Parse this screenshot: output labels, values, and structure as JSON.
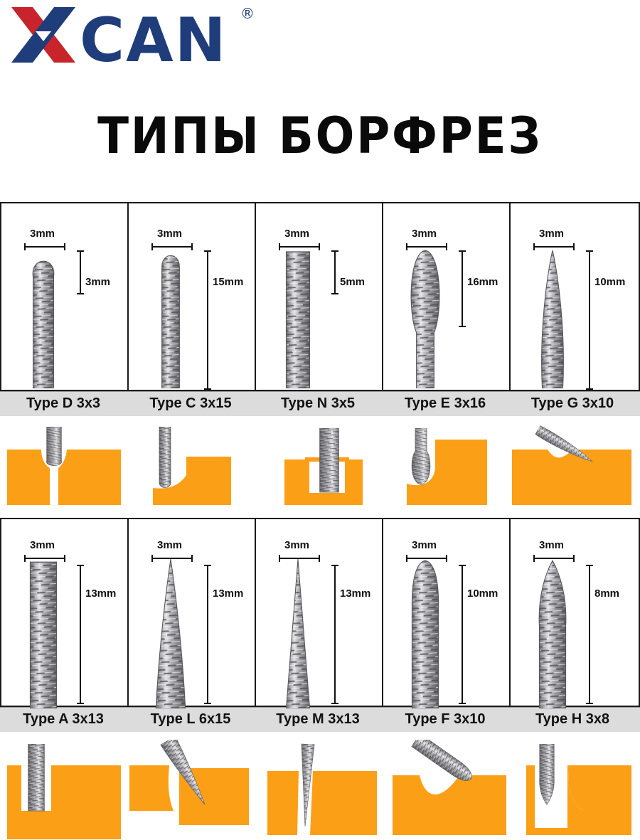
{
  "brand": {
    "logo_text": "CAN",
    "registered_mark": "®",
    "color_x_red": "#c8242c",
    "color_x_blue": "#1f3d7a",
    "color_text": "#1f3d7a"
  },
  "title": "ТИПЫ БОРФРЕЗ",
  "colors": {
    "material_orange": "#fb9f17",
    "label_band": "#dcdcdc",
    "steel": "#b9b9bd"
  },
  "row1": [
    {
      "label": "Type D 3x3",
      "width_dim": "3mm",
      "length_dim": "3mm",
      "shape": "ball"
    },
    {
      "label": "Type C 3x15",
      "width_dim": "3mm",
      "length_dim": "15mm",
      "shape": "ball-nose-cylinder"
    },
    {
      "label": "Type N 3x5",
      "width_dim": "3mm",
      "length_dim": "5mm",
      "shape": "cylinder"
    },
    {
      "label": "Type E 3x16",
      "width_dim": "3mm",
      "length_dim": "16mm",
      "shape": "oval"
    },
    {
      "label": "Type G 3x10",
      "width_dim": "3mm",
      "length_dim": "10mm",
      "shape": "pointed-tree"
    }
  ],
  "row2": [
    {
      "label": "Type A 3x13",
      "width_dim": "3mm",
      "length_dim": "13mm",
      "shape": "cylinder-flat"
    },
    {
      "label": "Type L 6x15",
      "width_dim": "3mm",
      "length_dim": "13mm",
      "shape": "cone"
    },
    {
      "label": "Type M 3x13",
      "width_dim": "3mm",
      "length_dim": "13mm",
      "shape": "sharp-cone"
    },
    {
      "label": "Type F 3x10",
      "width_dim": "3mm",
      "length_dim": "10mm",
      "shape": "round-tree"
    },
    {
      "label": "Type H 3x8",
      "width_dim": "3mm",
      "length_dim": "8mm",
      "shape": "flame"
    }
  ]
}
